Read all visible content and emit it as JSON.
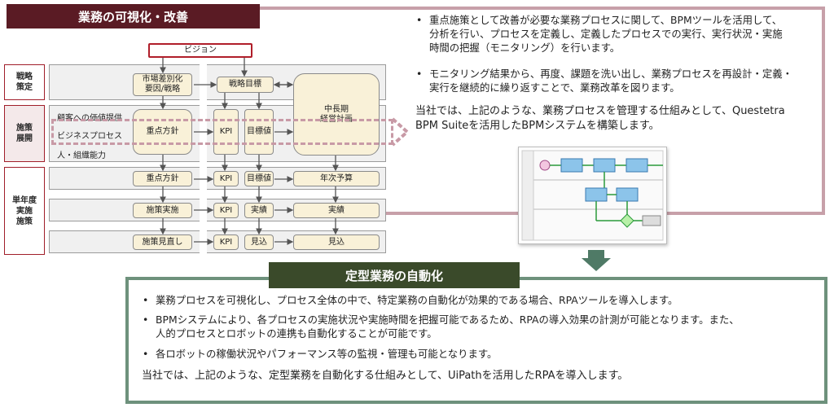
{
  "bpm_section": {
    "title": "業務の可視化・改善",
    "bullets": [
      "重点施策として改善が必要な業務プロセスに関して、BPMツールを活用して、",
      "分析を行い、プロセスを定義し、定義したプロセスでの実行、実行状況・実施",
      "時間の把握（モニタリング）を行います。",
      "モニタリング結果から、再度、課題を洗い出し、業務プロセスを再設計・定義・",
      "実行を継続的に繰り返すことで、業務改革を図ります。"
    ],
    "summary_line1": "当社では、上記のような、業務プロセスを管理する仕組みとして、Questetra",
    "summary_line2": "BPM Suiteを活用したBPMシステムを構築します。"
  },
  "rpa_section": {
    "title": "定型業務の自動化",
    "bullet1": "業務プロセスを可視化し、プロセス全体の中で、特定業務の自動化が効果的である場合、RPAツールを導入します。",
    "bullet2_line1": "BPMシステムにより、各プロセスの実施状況や実施時間を把握可能であるため、RPAの導入効果の計測が可能となります。また、",
    "bullet2_line2": "人的プロセスとロボットの連携も自動化することが可能です。",
    "bullet3": "各ロボットの稼働状況やパフォーマンス等の監視・管理も可能となります。",
    "summary": "当社では、上記のような、定型業務を自動化する仕組みとして、UiPathを活用したRPAを導入します。"
  },
  "diagram": {
    "vision": "ビジョン",
    "row_labels": {
      "strategy": [
        "戦略",
        "策定"
      ],
      "measures": [
        "施策",
        "展開"
      ],
      "annual": [
        "単年度",
        "実施",
        "施策"
      ]
    },
    "side_labels": [
      "顧客への価値提供",
      "ビジネスプロセス",
      "人・組織能力"
    ],
    "nodes": {
      "market": [
        "市場差別化",
        "要因/戦略"
      ],
      "strategic_goal": "戦略目標",
      "midterm": [
        "中長期",
        "経営計画"
      ],
      "focus_policy": "重点方針",
      "kpi": "KPI",
      "target": "目標値",
      "focus_policy2": "重点方針",
      "kpi2": "KPI",
      "target2": "目標値",
      "annual_budget": "年次予算",
      "implement": "施策実施",
      "kpi3": "KPI",
      "actual": "実績",
      "actual2": "実績",
      "review": "施策見直し",
      "kpi4": "KPI",
      "forecast": "見込",
      "forecast2": "見込"
    }
  },
  "colors": {
    "title1_bg": "#5a1b24",
    "title2_bg": "#3a4a2a",
    "frame1": "#c7a0a9",
    "frame2": "#6e917c",
    "node_fill": "#f9f1d8",
    "label_border": "#a01e2a",
    "arrow_fill": "#4f7a66"
  }
}
